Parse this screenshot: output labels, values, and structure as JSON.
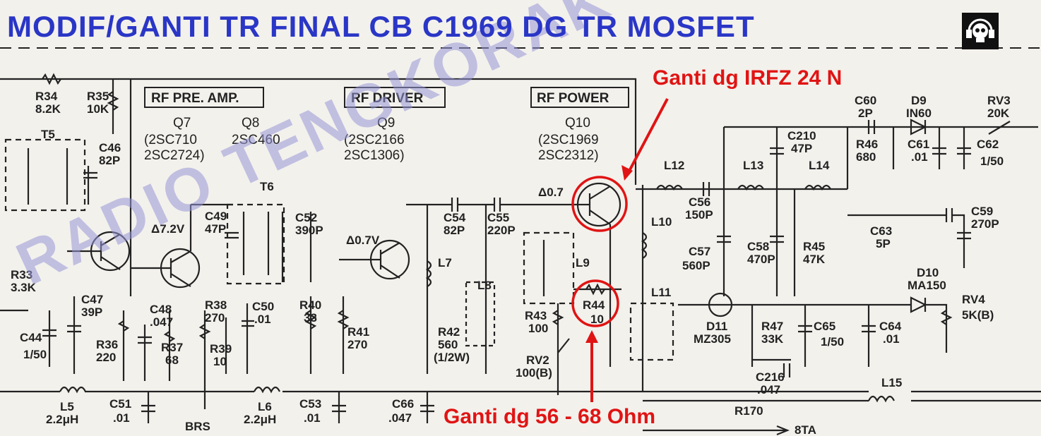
{
  "title": "MODIF/GANTI TR FINAL CB C1969 DG TR MOSFET",
  "watermark": "RADIO TENGKORAK",
  "notes": {
    "transistor": "Ganti dg IRFZ 24 N",
    "resistor": "Ganti dg 56 - 68 Ohm"
  },
  "colors": {
    "title": "#2a36c6",
    "note": "#e01414",
    "watermark": "#9696d7"
  },
  "icons": {
    "logo": "skull-headphones-icon"
  },
  "sections": {
    "pre_amp": "RF PRE. AMP.",
    "driver": "RF DRIVER",
    "power": "RF POWER"
  },
  "transistors": {
    "q7": {
      "ref": "Q7",
      "t1": "(2SC710",
      "t2": "2SC2724)"
    },
    "q8": {
      "ref": "Q8",
      "t1": "2SC460"
    },
    "q9": {
      "ref": "Q9",
      "t1": "(2SC2166",
      "t2": "2SC1306)"
    },
    "q10": {
      "ref": "Q10",
      "t1": "(2SC1969",
      "t2": "2SC2312)"
    }
  },
  "components": {
    "r34": {
      "ref": "R34",
      "val": "8.2K"
    },
    "r35": {
      "ref": "R35",
      "val": "10K"
    },
    "c46": {
      "ref": "C46",
      "val": "82P"
    },
    "t5": {
      "ref": "T5"
    },
    "t6": {
      "ref": "T6"
    },
    "c49": {
      "ref": "C49",
      "val": "47P"
    },
    "c52": {
      "ref": "C52",
      "val": "390P"
    },
    "c54": {
      "ref": "C54",
      "val": "82P"
    },
    "c55": {
      "ref": "C55",
      "val": "220P"
    },
    "l7": {
      "ref": "L7"
    },
    "l8": {
      "ref": "L8"
    },
    "l9": {
      "ref": "L9"
    },
    "l10": {
      "ref": "L10"
    },
    "l11": {
      "ref": "L11"
    },
    "l12": {
      "ref": "L12"
    },
    "l13": {
      "ref": "L13"
    },
    "l14": {
      "ref": "L14"
    },
    "l15": {
      "ref": "L15"
    },
    "c56": {
      "ref": "C56",
      "val": "150P"
    },
    "c57": {
      "ref": "C57",
      "val": "560P"
    },
    "c58": {
      "ref": "C58",
      "val": "470P"
    },
    "r45": {
      "ref": "R45",
      "val": "47K"
    },
    "c210": {
      "ref": "C210",
      "val": "47P"
    },
    "c60": {
      "ref": "C60",
      "val": "2P"
    },
    "d9": {
      "ref": "D9",
      "val": "IN60"
    },
    "rv3": {
      "ref": "RV3",
      "val": "20K"
    },
    "r46": {
      "ref": "R46",
      "val": "680"
    },
    "c61": {
      "ref": "C61",
      "val": ".01"
    },
    "c62": {
      "ref": "C62",
      "val": "1/50"
    },
    "c59": {
      "ref": "C59",
      "val": "270P"
    },
    "c63": {
      "ref": "C63",
      "val": "5P"
    },
    "d10": {
      "ref": "D10",
      "val": "MA150"
    },
    "rv4": {
      "ref": "RV4",
      "val": "5K(B)"
    },
    "d11": {
      "ref": "D11",
      "val": "MZ305"
    },
    "r47": {
      "ref": "R47",
      "val": "33K"
    },
    "c65": {
      "ref": "C65",
      "val": "1/50"
    },
    "c64": {
      "ref": "C64",
      "val": ".01"
    },
    "c216": {
      "ref": "C216",
      "val": ".047"
    },
    "r170": {
      "ref": "R170"
    },
    "bta": {
      "ref": "8TA"
    },
    "r33": {
      "ref": "R33",
      "val": "3.3K"
    },
    "c47": {
      "ref": "C47",
      "val": "39P"
    },
    "c44": {
      "ref": "C44",
      "val": "1/50"
    },
    "r36": {
      "ref": "R36",
      "val": "220"
    },
    "c48": {
      "ref": "C48",
      "val": ".047"
    },
    "r37": {
      "ref": "R37",
      "val": "68"
    },
    "r38": {
      "ref": "R38",
      "val": "270"
    },
    "r39": {
      "ref": "R39",
      "val": "10"
    },
    "c50": {
      "ref": "C50",
      "val": ".01"
    },
    "r40": {
      "ref": "R40",
      "val": "33"
    },
    "r41": {
      "ref": "R41",
      "val": "270"
    },
    "r42": {
      "ref": "R42",
      "val": "560",
      "val2": "(1/2W)"
    },
    "r43": {
      "ref": "R43",
      "val": "100"
    },
    "r44": {
      "ref": "R44",
      "val": "10"
    },
    "rv2": {
      "ref": "RV2",
      "val": "100(B)"
    },
    "l5": {
      "ref": "L5",
      "val": "2.2μH"
    },
    "l6": {
      "ref": "L6",
      "val": "2.2μH"
    },
    "c51": {
      "ref": "C51",
      "val": ".01"
    },
    "c53": {
      "ref": "C53",
      "val": ".01"
    },
    "c66": {
      "ref": "C66",
      "val": ".047"
    },
    "brs": {
      "ref": "BRS"
    }
  },
  "voltages": {
    "v1": "Δ7.2V",
    "v2": "Δ0.7V",
    "v3": "Δ0.7"
  }
}
